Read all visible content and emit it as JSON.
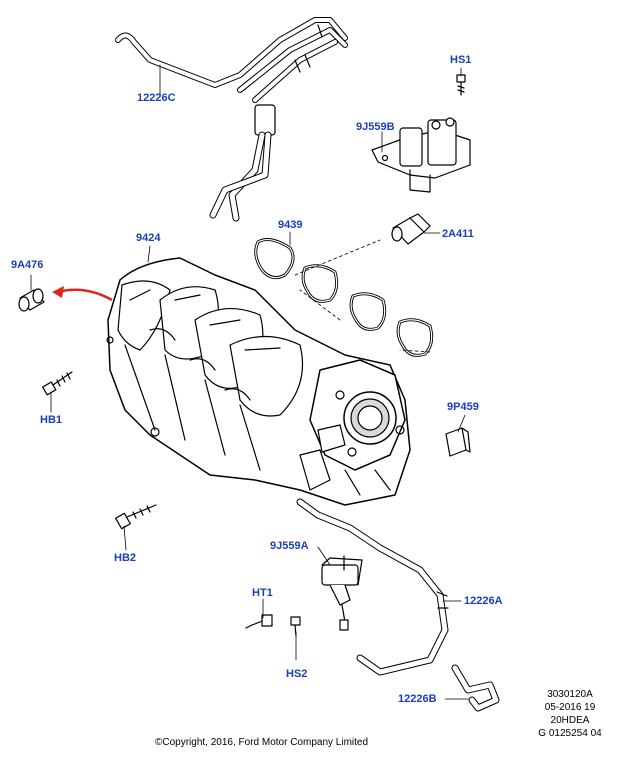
{
  "colors": {
    "callout_text": "#1a3fb8",
    "arrow": "#e0241b",
    "line": "#000000",
    "part_fill": "#ffffff",
    "part_shade": "#d9d9d9"
  },
  "callouts": {
    "hose_upper": "12226C",
    "hs1": "HS1",
    "solenoid_upper": "9J559B",
    "gasket_small": "9439",
    "manifold": "9424",
    "sensor": "2A411",
    "sleeve": "9A476",
    "hb1": "HB1",
    "seal_9p459": "9P459",
    "hb2": "HB2",
    "solenoid_lower": "9J559A",
    "hose_lower": "12226A",
    "ht1": "HT1",
    "hs2": "HS2",
    "hose_12226b": "12226B"
  },
  "meta": {
    "line1": "3030120A",
    "line2": "05-2016 19",
    "line3": "20HDEA",
    "line4": "G 0125254 04"
  },
  "copyright": "©Copyright, 2016, Ford Motor Company Limited"
}
